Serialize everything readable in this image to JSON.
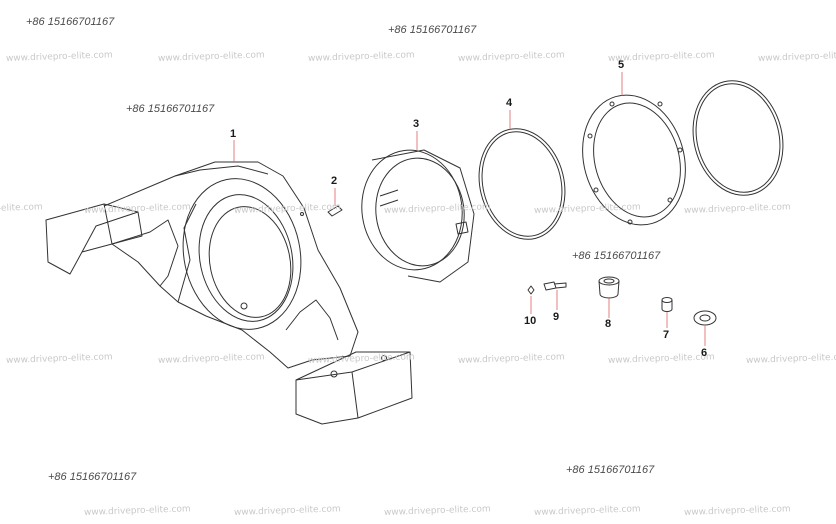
{
  "phone_number": "+86 15166701167",
  "watermark": "www.drivepro-elite.com",
  "parts": [
    {
      "label": "1"
    },
    {
      "label": "2"
    },
    {
      "label": "3"
    },
    {
      "label": "4"
    },
    {
      "label": "5"
    },
    {
      "label": "6"
    },
    {
      "label": "7"
    },
    {
      "label": "8"
    },
    {
      "label": "9"
    },
    {
      "label": "10"
    }
  ],
  "colors": {
    "line": "#333333",
    "leader": "#e06060",
    "watermark": "#c9c9c9",
    "phone": "#4a4a4a"
  }
}
